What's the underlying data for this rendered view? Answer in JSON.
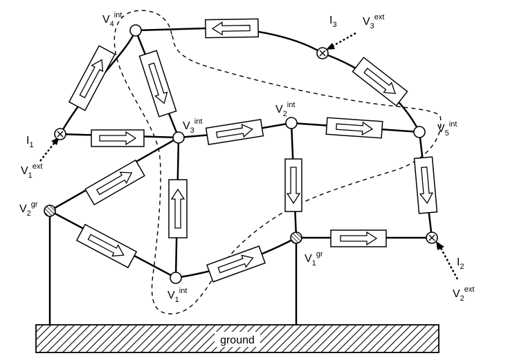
{
  "labels": {
    "v4_int": {
      "base": "V",
      "sub": "4",
      "sup": "int"
    },
    "v3_int": {
      "base": "V",
      "sub": "3",
      "sup": "int"
    },
    "v2_int": {
      "base": "V",
      "sub": "2",
      "sup": "int"
    },
    "v5_int": {
      "base": "V",
      "sub": "5",
      "sup": "int"
    },
    "v1_int": {
      "base": "V",
      "sub": "1",
      "sup": "int"
    },
    "v1_ext": {
      "base": "V",
      "sub": "1",
      "sup": "ext"
    },
    "v2_ext": {
      "base": "V",
      "sub": "2",
      "sup": "ext"
    },
    "v3_ext": {
      "base": "V",
      "sub": "3",
      "sup": "ext"
    },
    "v1_gr": {
      "base": "V",
      "sub": "1",
      "sup": "gr"
    },
    "v2_gr": {
      "base": "V",
      "sub": "2",
      "sup": "gr"
    },
    "i1": {
      "base": "I",
      "sub": "1"
    },
    "i2": {
      "base": "I",
      "sub": "2"
    },
    "i3": {
      "base": "I",
      "sub": "3"
    }
  },
  "ground": {
    "label": "ground"
  },
  "colors": {
    "line": "#000000",
    "background": "#ffffff"
  }
}
